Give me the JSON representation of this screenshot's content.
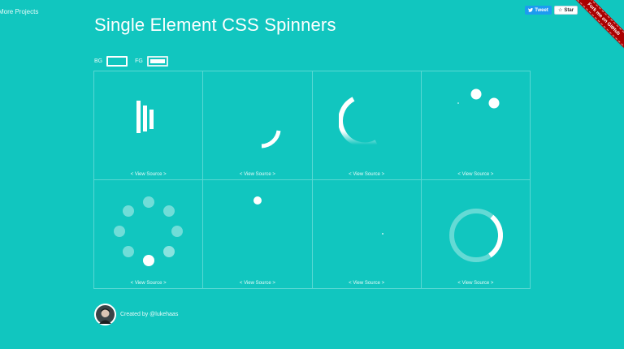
{
  "nav": {
    "more_projects": "More Projects"
  },
  "page": {
    "title": "Single Element CSS Spinners"
  },
  "colors": {
    "label_bg": "BG",
    "label_fg": "FG",
    "bg": "#11c6bf",
    "fg": "#ffffff"
  },
  "social": {
    "tweet": "Tweet",
    "star": "Star",
    "ribbon": "Fork me on GitHub"
  },
  "spinners": [
    {
      "view_source": "< View Source >",
      "kind": "bars"
    },
    {
      "view_source": "< View Source >",
      "kind": "arc"
    },
    {
      "view_source": "< View Source >",
      "kind": "fading-arc"
    },
    {
      "view_source": "< View Source >",
      "kind": "orbit-dots"
    },
    {
      "view_source": "< View Source >",
      "kind": "dot-circle"
    },
    {
      "view_source": "< View Source >",
      "kind": "bouncing-dot"
    },
    {
      "view_source": "< View Source >",
      "kind": "tiny-dot"
    },
    {
      "view_source": "< View Source >",
      "kind": "ring"
    }
  ],
  "footer": {
    "credit": "Created by @lukehaas"
  }
}
